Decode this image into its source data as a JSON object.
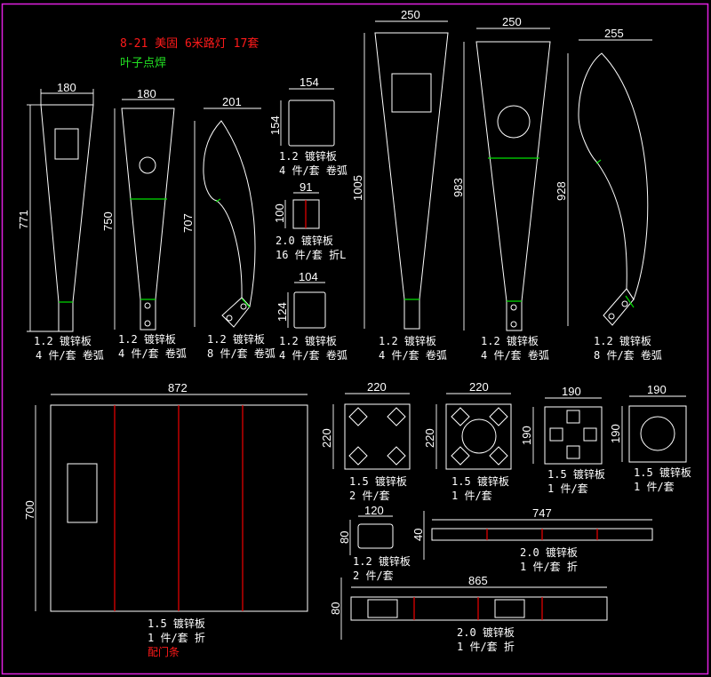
{
  "title": {
    "line1": "8-21 美固 6米路灯 17套",
    "line2": "叶子点焊"
  },
  "colors": {
    "background": "#000000",
    "border": "#e020e0",
    "outline": "#ffffff",
    "weld_line": "#00e000",
    "fold_line": "#f00000",
    "title_text": "#ff1a1a",
    "subtitle_text": "#22e022"
  },
  "parts": [
    {
      "id": "p1",
      "width": "180",
      "height": "771",
      "material": "1.2 镀锌板",
      "qty": "4 件/套 卷弧"
    },
    {
      "id": "p2",
      "width": "180",
      "height": "750",
      "material": "1.2 镀锌板",
      "qty": "4 件/套 卷弧"
    },
    {
      "id": "p3",
      "width": "201",
      "height": "707",
      "material": "1.2 镀锌板",
      "qty": "8 件/套 卷弧"
    },
    {
      "id": "p4",
      "width": "154",
      "height": "154",
      "material": "1.2 镀锌板",
      "qty": "4 件/套 卷弧"
    },
    {
      "id": "p5",
      "width": "91",
      "height": "100",
      "material": "2.0 镀锌板",
      "qty": "16 件/套 折L"
    },
    {
      "id": "p6",
      "width": "104",
      "height": "124",
      "material": "1.2 镀锌板",
      "qty": "4 件/套 卷弧"
    },
    {
      "id": "p7",
      "width": "250",
      "height": "1005",
      "material": "1.2 镀锌板",
      "qty": "4 件/套 卷弧"
    },
    {
      "id": "p8",
      "width": "250",
      "height": "983",
      "material": "1.2 镀锌板",
      "qty": "4 件/套 卷弧"
    },
    {
      "id": "p9",
      "width": "255",
      "height": "928",
      "material": "1.2 镀锌板",
      "qty": "8 件/套 卷弧"
    },
    {
      "id": "p10",
      "width": "872",
      "height": "700",
      "material": "1.5 镀锌板",
      "qty": "1 件/套 折",
      "note": "配门条"
    },
    {
      "id": "p11",
      "width": "220",
      "height": "220",
      "material": "1.5 镀锌板",
      "qty": "2 件/套"
    },
    {
      "id": "p12",
      "width": "220",
      "height": "220",
      "material": "1.5 镀锌板",
      "qty": "1 件/套"
    },
    {
      "id": "p13",
      "width": "190",
      "height": "190",
      "material": "1.5 镀锌板",
      "qty": "1 件/套"
    },
    {
      "id": "p14",
      "width": "190",
      "height": "190",
      "material": "1.5 镀锌板",
      "qty": "1 件/套"
    },
    {
      "id": "p15",
      "width": "120",
      "height": "80",
      "material": "1.2 镀锌板",
      "qty": "2 件/套"
    },
    {
      "id": "p16",
      "width": "747",
      "height": "40",
      "material": "2.0 镀锌板",
      "qty": "1 件/套 折"
    },
    {
      "id": "p17",
      "width": "865",
      "height": "80",
      "material": "2.0 镀锌板",
      "qty": "1 件/套 折"
    }
  ]
}
